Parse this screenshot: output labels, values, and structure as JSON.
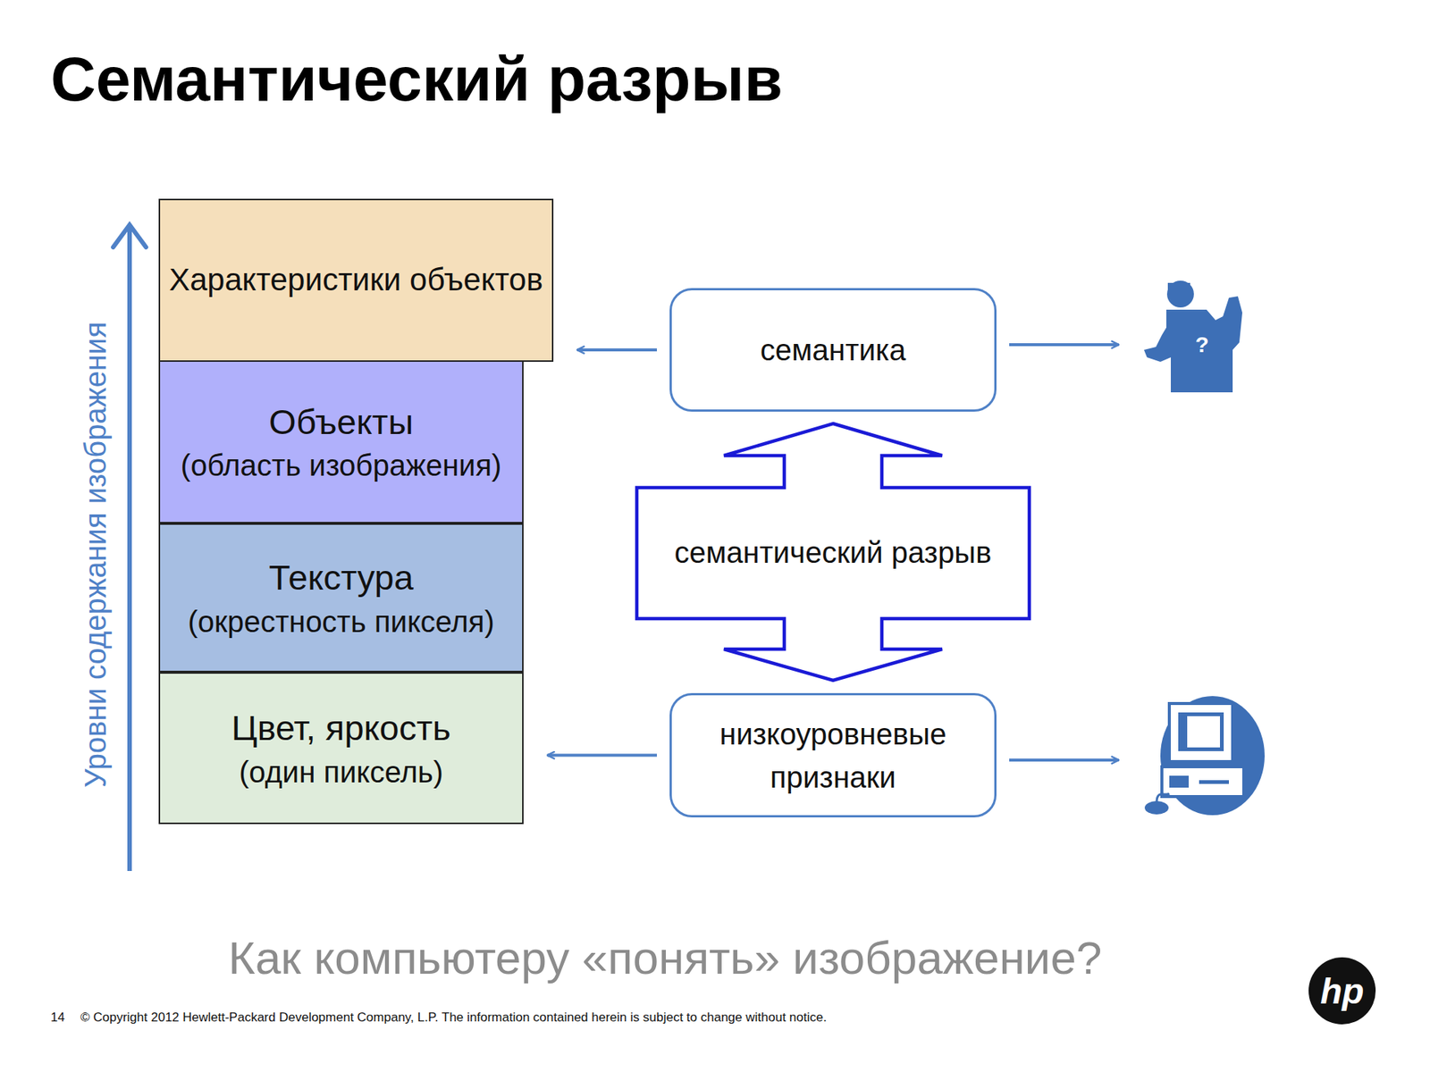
{
  "diagram": {
    "title": "Семантический разрыв",
    "caption": "Как компьютеру «понять» изображение?",
    "nodes": [
      {
        "text": [
          "Характеристики объектов"
        ]
      },
      {
        "text": [
          "Объекты",
          "(область изображения)"
        ]
      },
      {
        "text": [
          "Текстура",
          "(окрестность пикселя)"
        ]
      },
      {
        "text": [
          "Цвет, яркость",
          "(один пиксель)"
        ]
      },
      {
        "text": [
          "семантика"
        ]
      },
      {
        "text": [
          "семантический разрыв"
        ]
      },
      {
        "text": [
          "низкоуровневые признаки"
        ]
      }
    ],
    "edges": [
      {
        "from": 4,
        "to": 0,
        "arrow": "to"
      },
      {
        "from": 6,
        "to": 3,
        "arrow": "to"
      }
    ],
    "labels": [
      "Уровни содержания изображения",
      "?",
      "14",
      "© Copyright 2012 Hewlett-Packard Development Company, L.P.  The information contained herein is subject to change without notice.",
      "hp"
    ]
  }
}
